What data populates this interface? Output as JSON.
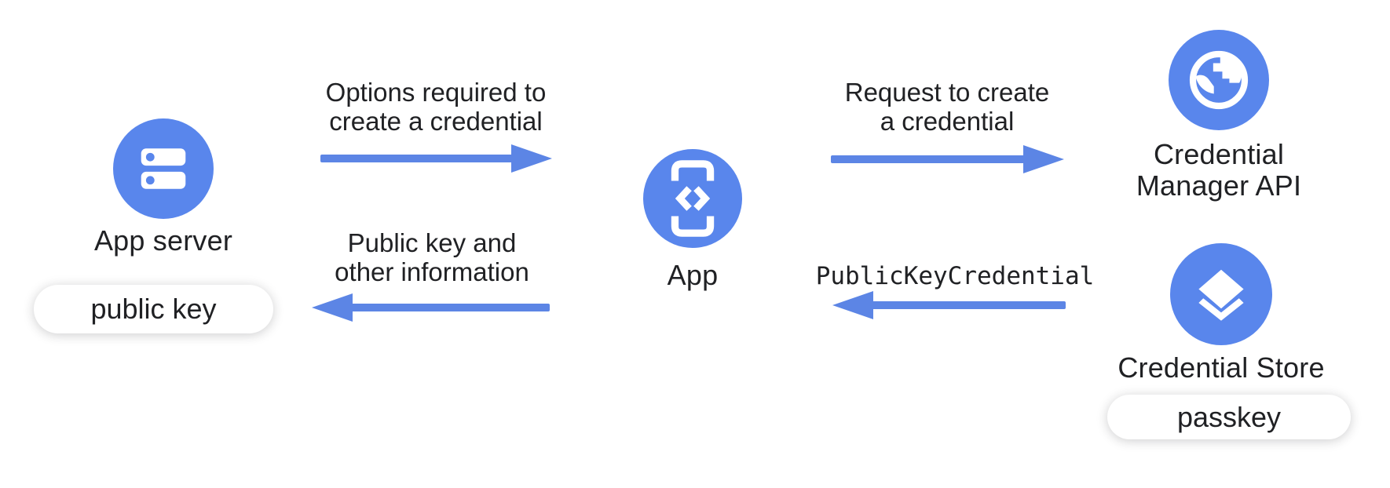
{
  "colors": {
    "node_blue": "#5986EC",
    "arrow_blue": "#5C85E5",
    "text": "#202124",
    "pill_background": "#ffffff"
  },
  "nodes": {
    "app_server": {
      "label": "App server",
      "icon": "server-icon",
      "badge": "public key"
    },
    "app": {
      "label": "App",
      "icon": "phone-code-icon"
    },
    "credential_manager_api": {
      "label_line1": "Credential",
      "label_line2": "Manager API",
      "icon": "globe-icon"
    },
    "credential_store": {
      "label": "Credential Store",
      "icon": "layers-icon",
      "badge": "passkey"
    }
  },
  "arrows": {
    "options": {
      "direction": "right",
      "line1": "Options required to",
      "line2": "create a credential"
    },
    "public_key_info": {
      "direction": "left",
      "line1": "Public key and",
      "line2": "other information"
    },
    "request_create": {
      "direction": "right",
      "line1": "Request to create",
      "line2": "a credential"
    },
    "public_key_credential": {
      "direction": "left",
      "label": "PublicKeyCredential",
      "style": "monospace"
    }
  }
}
